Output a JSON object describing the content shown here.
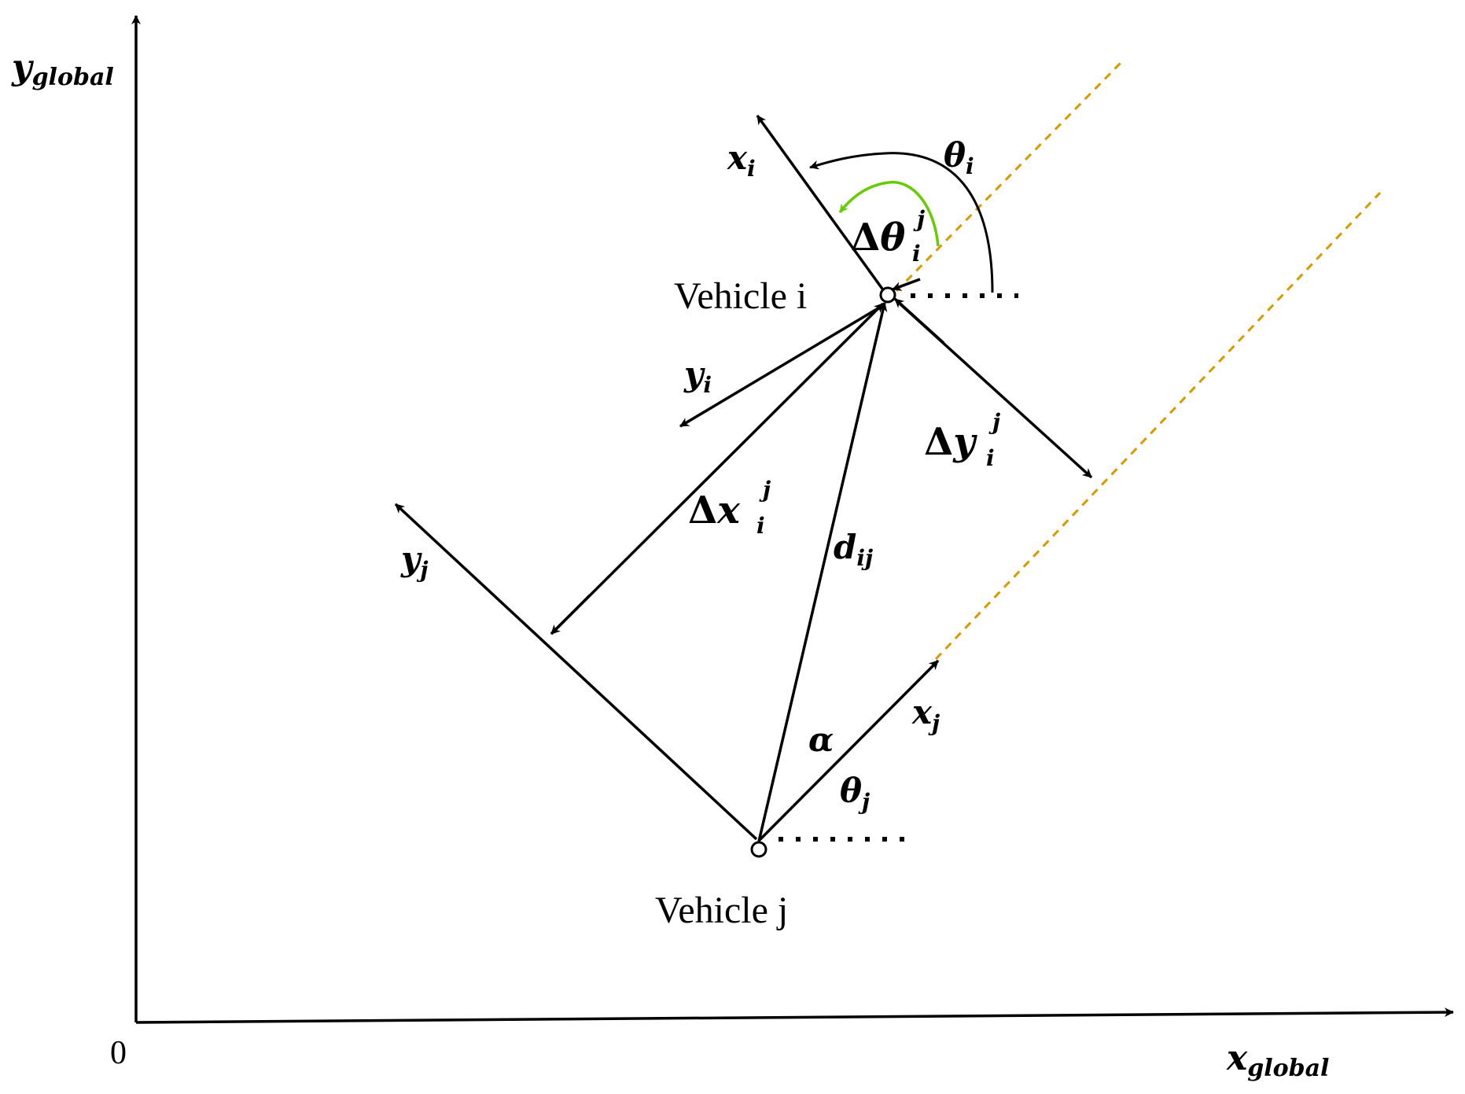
{
  "colors": {
    "ink": "#000000",
    "reference_dashed": "#D79B00",
    "delta_theta_arc": "#66CC00"
  },
  "origin_label": "0",
  "axes": {
    "x": {
      "base": "x",
      "sub": "global"
    },
    "y": {
      "base": "y",
      "sub": "global"
    }
  },
  "vehicles": {
    "i": {
      "label": "Vehicle i"
    },
    "j": {
      "label": "Vehicle j"
    }
  },
  "labels": {
    "x_i": {
      "base": "x",
      "sub": "i"
    },
    "y_i": {
      "base": "y",
      "sub": "i"
    },
    "x_j": {
      "base": "x",
      "sub": "j"
    },
    "y_j": {
      "base": "y",
      "sub": "j"
    },
    "theta_i": {
      "base": "θ",
      "sub": "i"
    },
    "theta_j": {
      "base": "θ",
      "sub": "j"
    },
    "delta_theta": {
      "delta": "Δ",
      "base": "θ",
      "sup": "j",
      "sub": "i"
    },
    "delta_x": {
      "delta": "Δ",
      "base": "x",
      "sup": "j",
      "sub": "i"
    },
    "delta_y": {
      "delta": "Δ",
      "base": "y",
      "sup": "j",
      "sub": "i"
    },
    "d_ij": {
      "base": "d",
      "sub": "ij"
    },
    "alpha": "α"
  }
}
